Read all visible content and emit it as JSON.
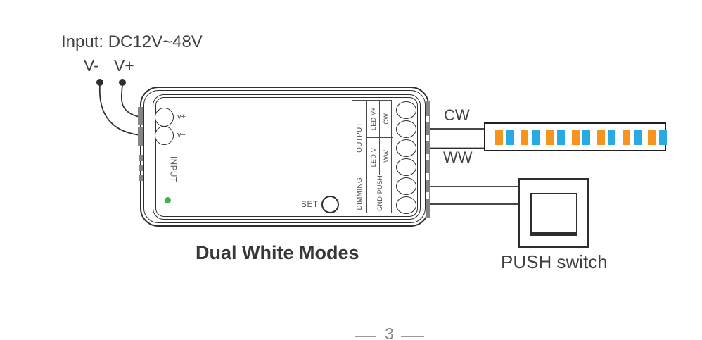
{
  "title": "Dual White Modes",
  "footer": {
    "page_number": "3"
  },
  "input_section": {
    "label": "Input: DC12V~48V",
    "v_minus": "V-",
    "v_plus": "V+"
  },
  "device": {
    "terminal_v_plus": "v+",
    "terminal_v_minus": "v−",
    "input_marking": "INPUT",
    "set_label": "SET",
    "right_terminal_count": 6,
    "table": {
      "output": "OUTPUT",
      "dimming": "DIMMING",
      "led_v_plus": "LED V+",
      "led_v_minus": "LED V-",
      "cw": "CW",
      "ww": "WW",
      "push": "PUSH",
      "gnd": "GND"
    }
  },
  "wiring": {
    "cw_label": "CW",
    "ww_label": "WW"
  },
  "led_strip": {
    "pair_count": 7,
    "warm_color": "#F7941E",
    "cool_color": "#29ABE2"
  },
  "push_switch": {
    "label": "PUSH switch"
  },
  "colors": {
    "line": "#2e2e2e",
    "text": "#3f4043",
    "muted": "#555555",
    "tab_gray": "#848484",
    "led_green": "#3DB54A",
    "footer_gray": "#8a8a8a"
  }
}
